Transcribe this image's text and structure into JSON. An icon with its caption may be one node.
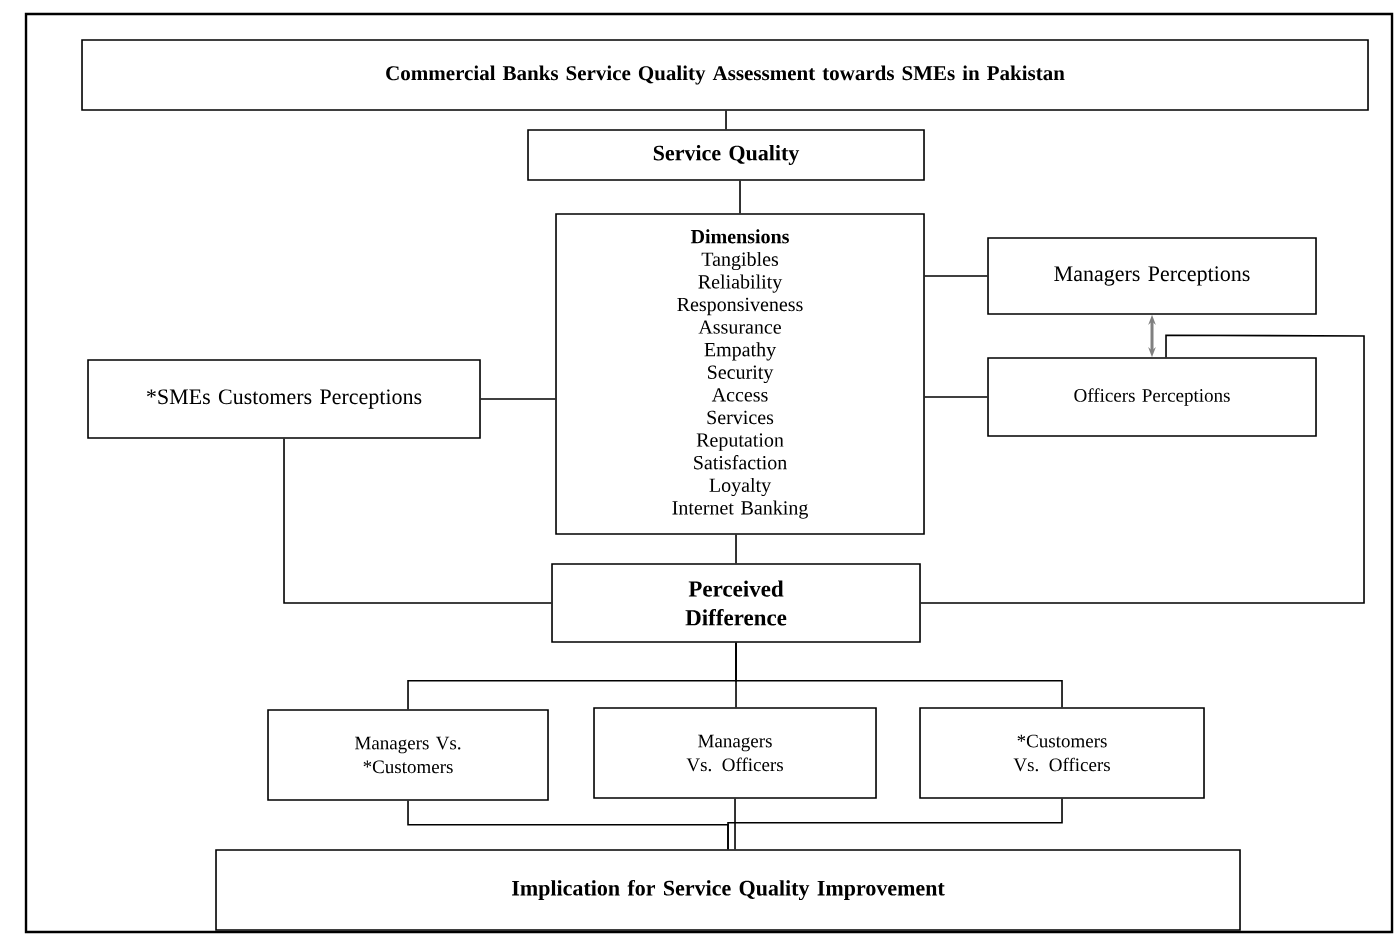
{
  "diagram": {
    "nodes": [
      {
        "text": [
          "Commercial Banks Service Quality Assessment towards SMEs in Pakistan"
        ]
      },
      {
        "text": [
          "Service Quality"
        ]
      },
      {
        "text": [
          "Dimensions",
          "Tangibles",
          "Reliability",
          "Responsiveness",
          "Assurance",
          "Empathy",
          "Security",
          "Access",
          "Services",
          "Reputation",
          "Satisfaction",
          "Loyalty",
          "Internet Banking"
        ]
      },
      {
        "text": [
          "Managers Perceptions"
        ]
      },
      {
        "text": [
          "Officers Perceptions"
        ]
      },
      {
        "text": [
          "*SMEs Customers Perceptions"
        ]
      },
      {
        "text": [
          "Perceived Difference"
        ]
      },
      {
        "text": [
          "Managers Vs. *Customers"
        ]
      },
      {
        "text": [
          "Managers Vs. Officers"
        ]
      },
      {
        "text": [
          "*Customers Vs. Officers"
        ]
      },
      {
        "text": [
          "Implication for Service Quality Improvement"
        ]
      }
    ],
    "edges": [
      {
        "from": 0,
        "to": 1,
        "arrow": "none"
      },
      {
        "from": 1,
        "to": 2,
        "arrow": "none"
      },
      {
        "from": 2,
        "to": 3,
        "arrow": "none"
      },
      {
        "from": 2,
        "to": 4,
        "arrow": "none"
      },
      {
        "from": 5,
        "to": 2,
        "arrow": "none"
      },
      {
        "from": 3,
        "to": 4,
        "arrow": "both",
        "color": "#808080"
      },
      {
        "from": 2,
        "to": 6,
        "arrow": "none"
      },
      {
        "from": 5,
        "to": 6,
        "arrow": "none"
      },
      {
        "from": 4,
        "to": 6,
        "arrow": "none"
      },
      {
        "from": 6,
        "to": 7,
        "arrow": "none"
      },
      {
        "from": 6,
        "to": 8,
        "arrow": "none"
      },
      {
        "from": 6,
        "to": 9,
        "arrow": "none"
      },
      {
        "from": 7,
        "to": 10,
        "arrow": "none"
      },
      {
        "from": 8,
        "to": 10,
        "arrow": "none"
      },
      {
        "from": 9,
        "to": 10,
        "arrow": "none"
      }
    ]
  }
}
